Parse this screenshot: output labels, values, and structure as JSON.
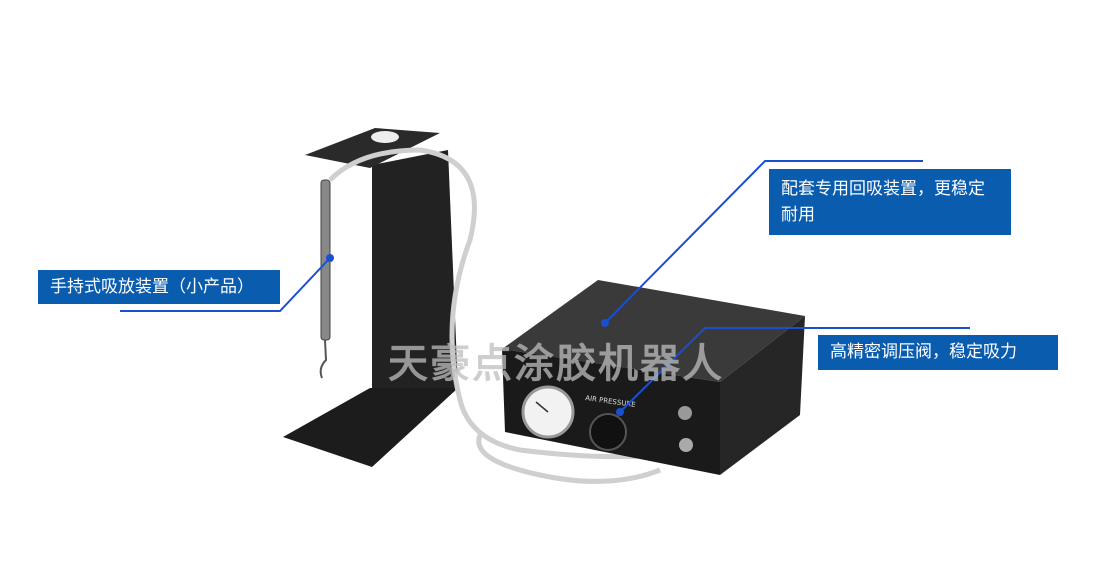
{
  "callouts": {
    "handheld": "手持式吸放装置（小产品）",
    "suckback": "配套专用回吸装置，更稳定耐用",
    "regulator": "高精密调压阀，稳定吸力"
  },
  "device": {
    "panel_label": "AIR PRESSURE"
  },
  "watermark": "天豪点涂胶机器人",
  "colors": {
    "callout_bg": "#0a5cae",
    "leader_line": "#1a4fd0",
    "device": "#1e1e1e"
  }
}
